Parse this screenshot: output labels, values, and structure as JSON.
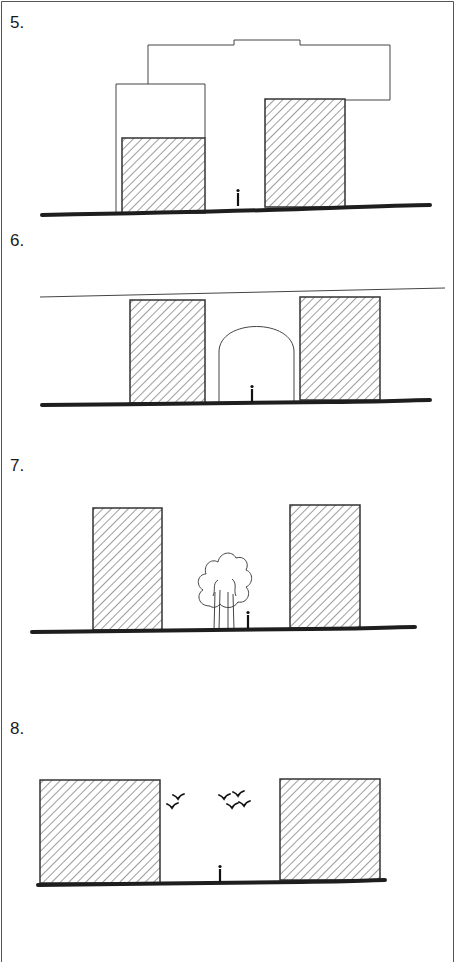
{
  "diagram": {
    "labels": [
      "5.",
      "6.",
      "7.",
      "8."
    ]
  }
}
